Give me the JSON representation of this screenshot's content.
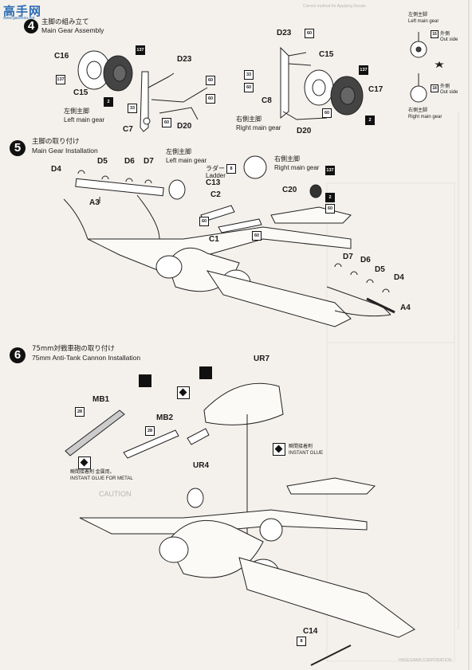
{
  "watermark": {
    "logo": "高手网",
    "url": "www.gaoshou.net"
  },
  "header_right": "Correct method for Applying Decals",
  "legend": {
    "left_label_jp": "左側主脚",
    "left_label_en": "Left main gear",
    "right_label_jp": "右側主脚",
    "right_label_en": "Right main gear",
    "outside_jp": "外側",
    "outside_en": "Out side",
    "num_16": "16",
    "num_18": "18"
  },
  "step4": {
    "title_jp": "主脚の組み立て",
    "title_en": "Main Gear Assembly",
    "left_caption_jp": "左側主脚",
    "left_caption_en": "Left main gear",
    "right_caption_jp": "右側主脚",
    "right_caption_en": "Right main gear",
    "parts": {
      "c16": "C16",
      "c15a": "C15",
      "d23a": "D23",
      "c7": "C7",
      "d20a": "D20",
      "d23b": "D23",
      "c15b": "C15",
      "c8": "C8",
      "c17": "C17",
      "d20b": "D20"
    },
    "tags": {
      "t137a": "137",
      "t137b": "137",
      "t2a": "2",
      "t33a": "33",
      "t60a": "60",
      "t60b": "60",
      "t60c": "60",
      "t137c": "137",
      "t33b": "33",
      "t60d": "60",
      "t60e": "60",
      "t2b": "2",
      "t60f": "60"
    }
  },
  "step5": {
    "number": "5",
    "title_jp": "主脚の取り付け",
    "title_en": "Main Gear Installation",
    "left_caption_jp": "左側主脚",
    "left_caption_en": "Left main gear",
    "right_caption_jp": "右側主脚",
    "right_caption_en": "Right main gear",
    "ladder_jp": "ラダー",
    "ladder_en": "Ladder",
    "parts": {
      "d4a": "D4",
      "d5a": "D5",
      "d6a": "D6",
      "d7a": "D7",
      "a3": "A3",
      "c2": "C2",
      "c13": "C13",
      "c20": "C20",
      "c1": "C1",
      "d7b": "D7",
      "d6b": "D6",
      "d5b": "D5",
      "d4b": "D4",
      "a4": "A4"
    },
    "tags": {
      "t8": "8",
      "t137": "137",
      "t2": "2",
      "t60a": "60",
      "t60b": "60",
      "t60c": "60"
    }
  },
  "step6": {
    "number": "6",
    "title_jp": "75mm対戦車砲の取り付け",
    "title_en": "75mm Anti-Tank Cannon Installation",
    "parts": {
      "mb1": "MB1",
      "mb2": "MB2",
      "ur7": "UR7",
      "ur4": "UR4",
      "c14": "C14"
    },
    "tags": {
      "t28a": "28",
      "t28b": "28",
      "t8": "8"
    },
    "glue_metal_jp": "瞬間接着剤 金属用。",
    "glue_metal_en": "INSTANT GLUE FOR METAL",
    "glue_jp": "瞬間接着剤",
    "glue_en": "INSTANT GLUE"
  },
  "background_text": {
    "caution": "CAUTION",
    "company": "HASEGAWA CORPORATION"
  }
}
